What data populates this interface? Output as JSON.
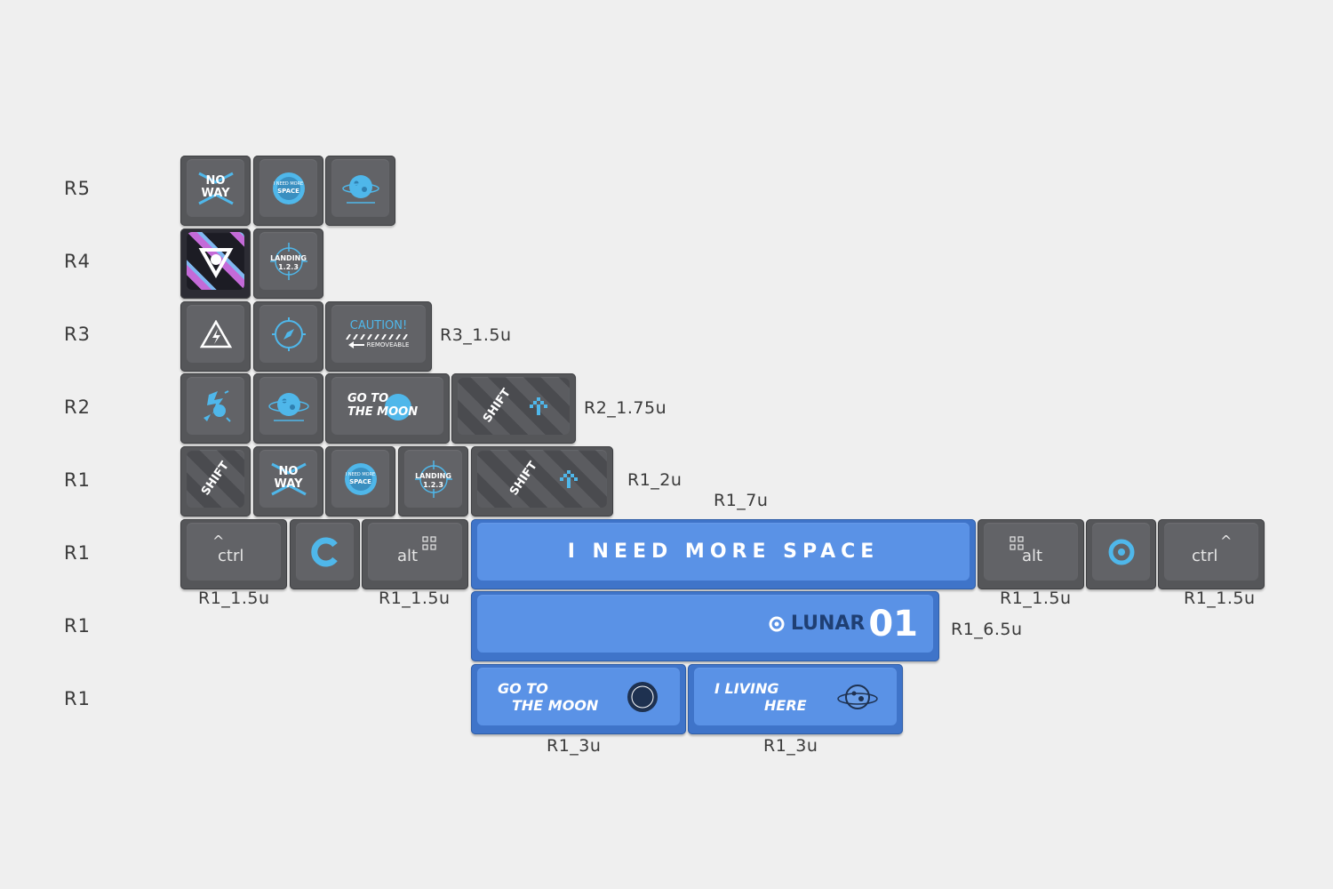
{
  "rows": {
    "r5": "R5",
    "r4": "R4",
    "r3": "R3",
    "r2": "R2",
    "r1a": "R1",
    "r1b": "R1",
    "r1c": "R1",
    "r1d": "R1"
  },
  "sizes": {
    "r3_1_5u": "R3_1.5u",
    "r2_1_75u": "R2_1.75u",
    "r1_2u": "R1_2u",
    "r1_7u": "R1_7u",
    "r1_1_5u_left_ctrl": "R1_1.5u",
    "r1_1_5u_left_alt": "R1_1.5u",
    "r1_1_5u_right_alt": "R1_1.5u",
    "r1_1_5u_right_ctrl": "R1_1.5u",
    "r1_6_5u": "R1_6.5u",
    "r1_3u_a": "R1_3u",
    "r1_3u_b": "R1_3u"
  },
  "keys": {
    "no_way_line1": "NO",
    "no_way_line2": "WAY",
    "need_more_space_badge_top": "I NEED MORE",
    "need_more_space_badge_bottom": "SPACE",
    "landing_line1": "LANDING",
    "landing_line2": "1.2.3",
    "caution_line1": "CAUTION!",
    "caution_line2": "REMOVEABLE",
    "go_to_moon_line1": "GO TO",
    "go_to_moon_line2": "THE MOON",
    "shift": "SHIFT",
    "ctrl": "ctrl",
    "alt": "alt",
    "spacebar": "I NEED MORE SPACE",
    "lunar": "LUNAR",
    "lunar_num": "01",
    "go_to_moon_3u_line1": "GO TO",
    "go_to_moon_3u_line2": "THE MOON",
    "living_here_line1": "I LIVING",
    "living_here_line2": "HERE"
  },
  "colors": {
    "background": "#efefef",
    "key_dark": "#555659",
    "key_blue": "#3f74c9",
    "legend_cyan": "#4fb7ea"
  }
}
